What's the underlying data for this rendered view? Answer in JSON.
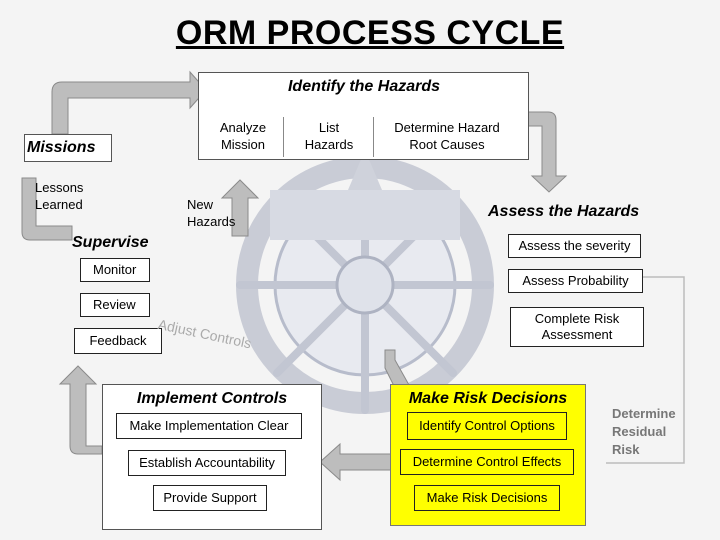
{
  "title": "ORM PROCESS CYCLE",
  "identify": {
    "header": "Identify the Hazards",
    "items": [
      "Analyze Mission",
      "List Hazards",
      "Determine Hazard Root Causes"
    ]
  },
  "missions": "Missions",
  "lessons_learned": "Lessons Learned",
  "new_hazards": "New Hazards",
  "supervise": {
    "header": "Supervise",
    "items": [
      "Monitor",
      "Review",
      "Feedback"
    ]
  },
  "adjust_controls": "Adjust Controls",
  "assess": {
    "header": "Assess the Hazards",
    "items": [
      "Assess the severity",
      "Assess Probability",
      "Complete Risk Assessment"
    ]
  },
  "implement": {
    "header": "Implement Controls",
    "items": [
      "Make Implementation Clear",
      "Establish Accountability",
      "Provide Support"
    ]
  },
  "decisions": {
    "header": "Make Risk Decisions",
    "items": [
      "Identify Control Options",
      "Determine Control Effects",
      "Make Risk Decisions"
    ]
  },
  "residual": "Determine Residual Risk",
  "colors": {
    "decision_box": "#ffff00",
    "arrow": "#bdbdbd",
    "arrow_border": "#888888"
  }
}
